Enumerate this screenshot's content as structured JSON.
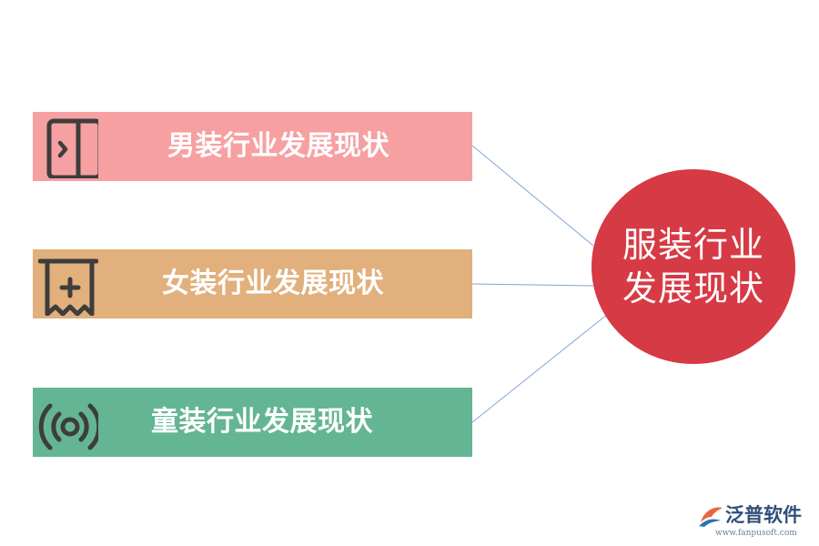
{
  "diagram": {
    "hub": {
      "line1": "服装行业",
      "line2": "发展现状",
      "color": "#d63a45"
    },
    "items": [
      {
        "label": "男装行业发展现状",
        "icon": "door-arrow-icon",
        "color": "#f6a0a2"
      },
      {
        "label": "女装行业发展现状",
        "icon": "receipt-add-icon",
        "color": "#e1b07c"
      },
      {
        "label": "童装行业发展现状",
        "icon": "broadcast-signal-icon",
        "color": "#64b594"
      }
    ],
    "connector_color": "#7fa6d6",
    "icon_color": "#3d3d3d"
  },
  "brand": {
    "name": "泛普软件",
    "url": "www.fanpusoft.com",
    "icon": "fanpu-logo-icon"
  }
}
